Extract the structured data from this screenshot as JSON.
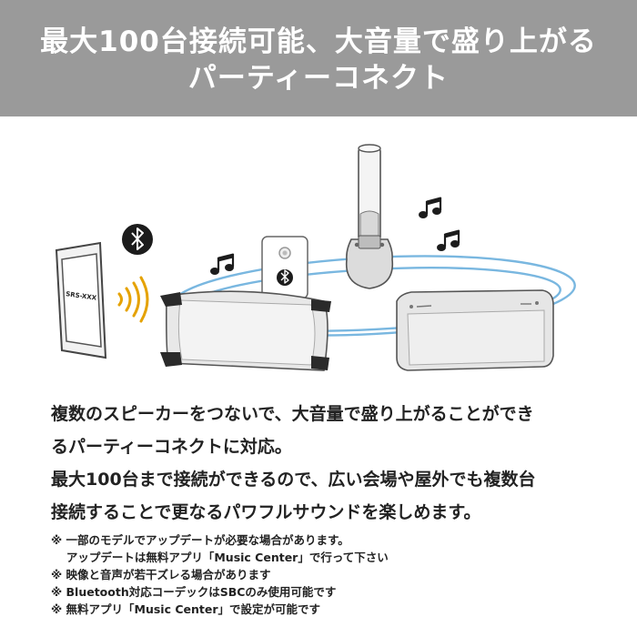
{
  "header": {
    "title_line1": "最大100台接続可能、大音量で盛り上がる",
    "title_line2": "パーティーコネクト"
  },
  "illustration": {
    "phone_label": "SRS-XXX",
    "icons": [
      "bluetooth-icon",
      "music-note-icon",
      "sound-waves-icon"
    ],
    "colors": {
      "ring": "#79b7e0",
      "waves": "#e5a200",
      "speaker": "#e8e8e8"
    }
  },
  "description": {
    "lines": [
      "複数のスピーカーをつないで、大音量で盛り上がることができ",
      "るパーティーコネクトに対応。",
      "最大100台まで接続ができるので、広い会場や屋外でも複数台",
      "接続することで更なるパワフルサウンドを楽しめます。"
    ]
  },
  "notes": [
    "※ 一部のモデルでアップデートが必要な場合があります。",
    "　 アップデートは無料アプリ「Music Center」で行って下さい",
    "※ 映像と音声が若干ズレる場合があります",
    "※ Bluetooth対応コーデックはSBCのみ使用可能です",
    "※ 無料アプリ「Music Center」で設定が可能です"
  ]
}
